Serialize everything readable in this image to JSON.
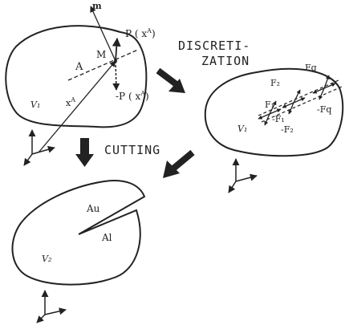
{
  "colors": {
    "ink": "#222222",
    "background": "#ffffff"
  },
  "panels": {
    "original": {
      "volume_label": "V₁",
      "normal_label": "m",
      "area_label": "A",
      "point_label": "M",
      "position_label": "x",
      "position_sup": "A",
      "force_plus": "P ( x",
      "force_plus_sup": "A",
      "force_plus_close": ")",
      "force_minus": "-P ( x",
      "force_minus_sup": "A",
      "force_minus_close": ")"
    },
    "discretized": {
      "volume_label": "V₁",
      "forces": {
        "f2": "F₂",
        "f1": "F₁",
        "mf1": "-F₁",
        "mf2": "-F₂",
        "fq": "Fq",
        "mfq": "-Fq"
      }
    },
    "cut": {
      "volume_label": "V₂",
      "upper_lip": "Au",
      "lower_lip": "Al"
    }
  },
  "operations": {
    "discretization_line1": "DISCRETI-",
    "discretization_line2": "ZATION",
    "cutting": "CUTTING"
  }
}
